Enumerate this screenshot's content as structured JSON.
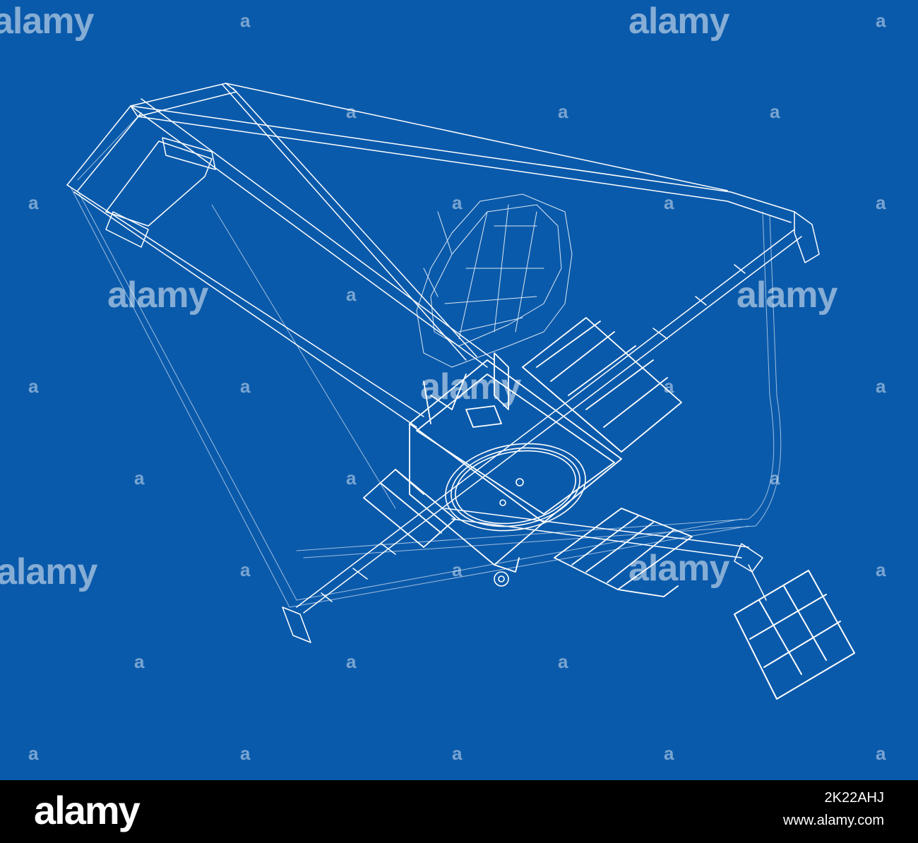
{
  "watermark": {
    "brand": "alamy",
    "mark": "a"
  },
  "footer": {
    "brand": "alamy",
    "image_id": "2K22AHJ",
    "url": "www.alamy.com"
  },
  "colors": {
    "background": "#0a5aab",
    "line": "#ffffff",
    "footer": "#000000"
  }
}
